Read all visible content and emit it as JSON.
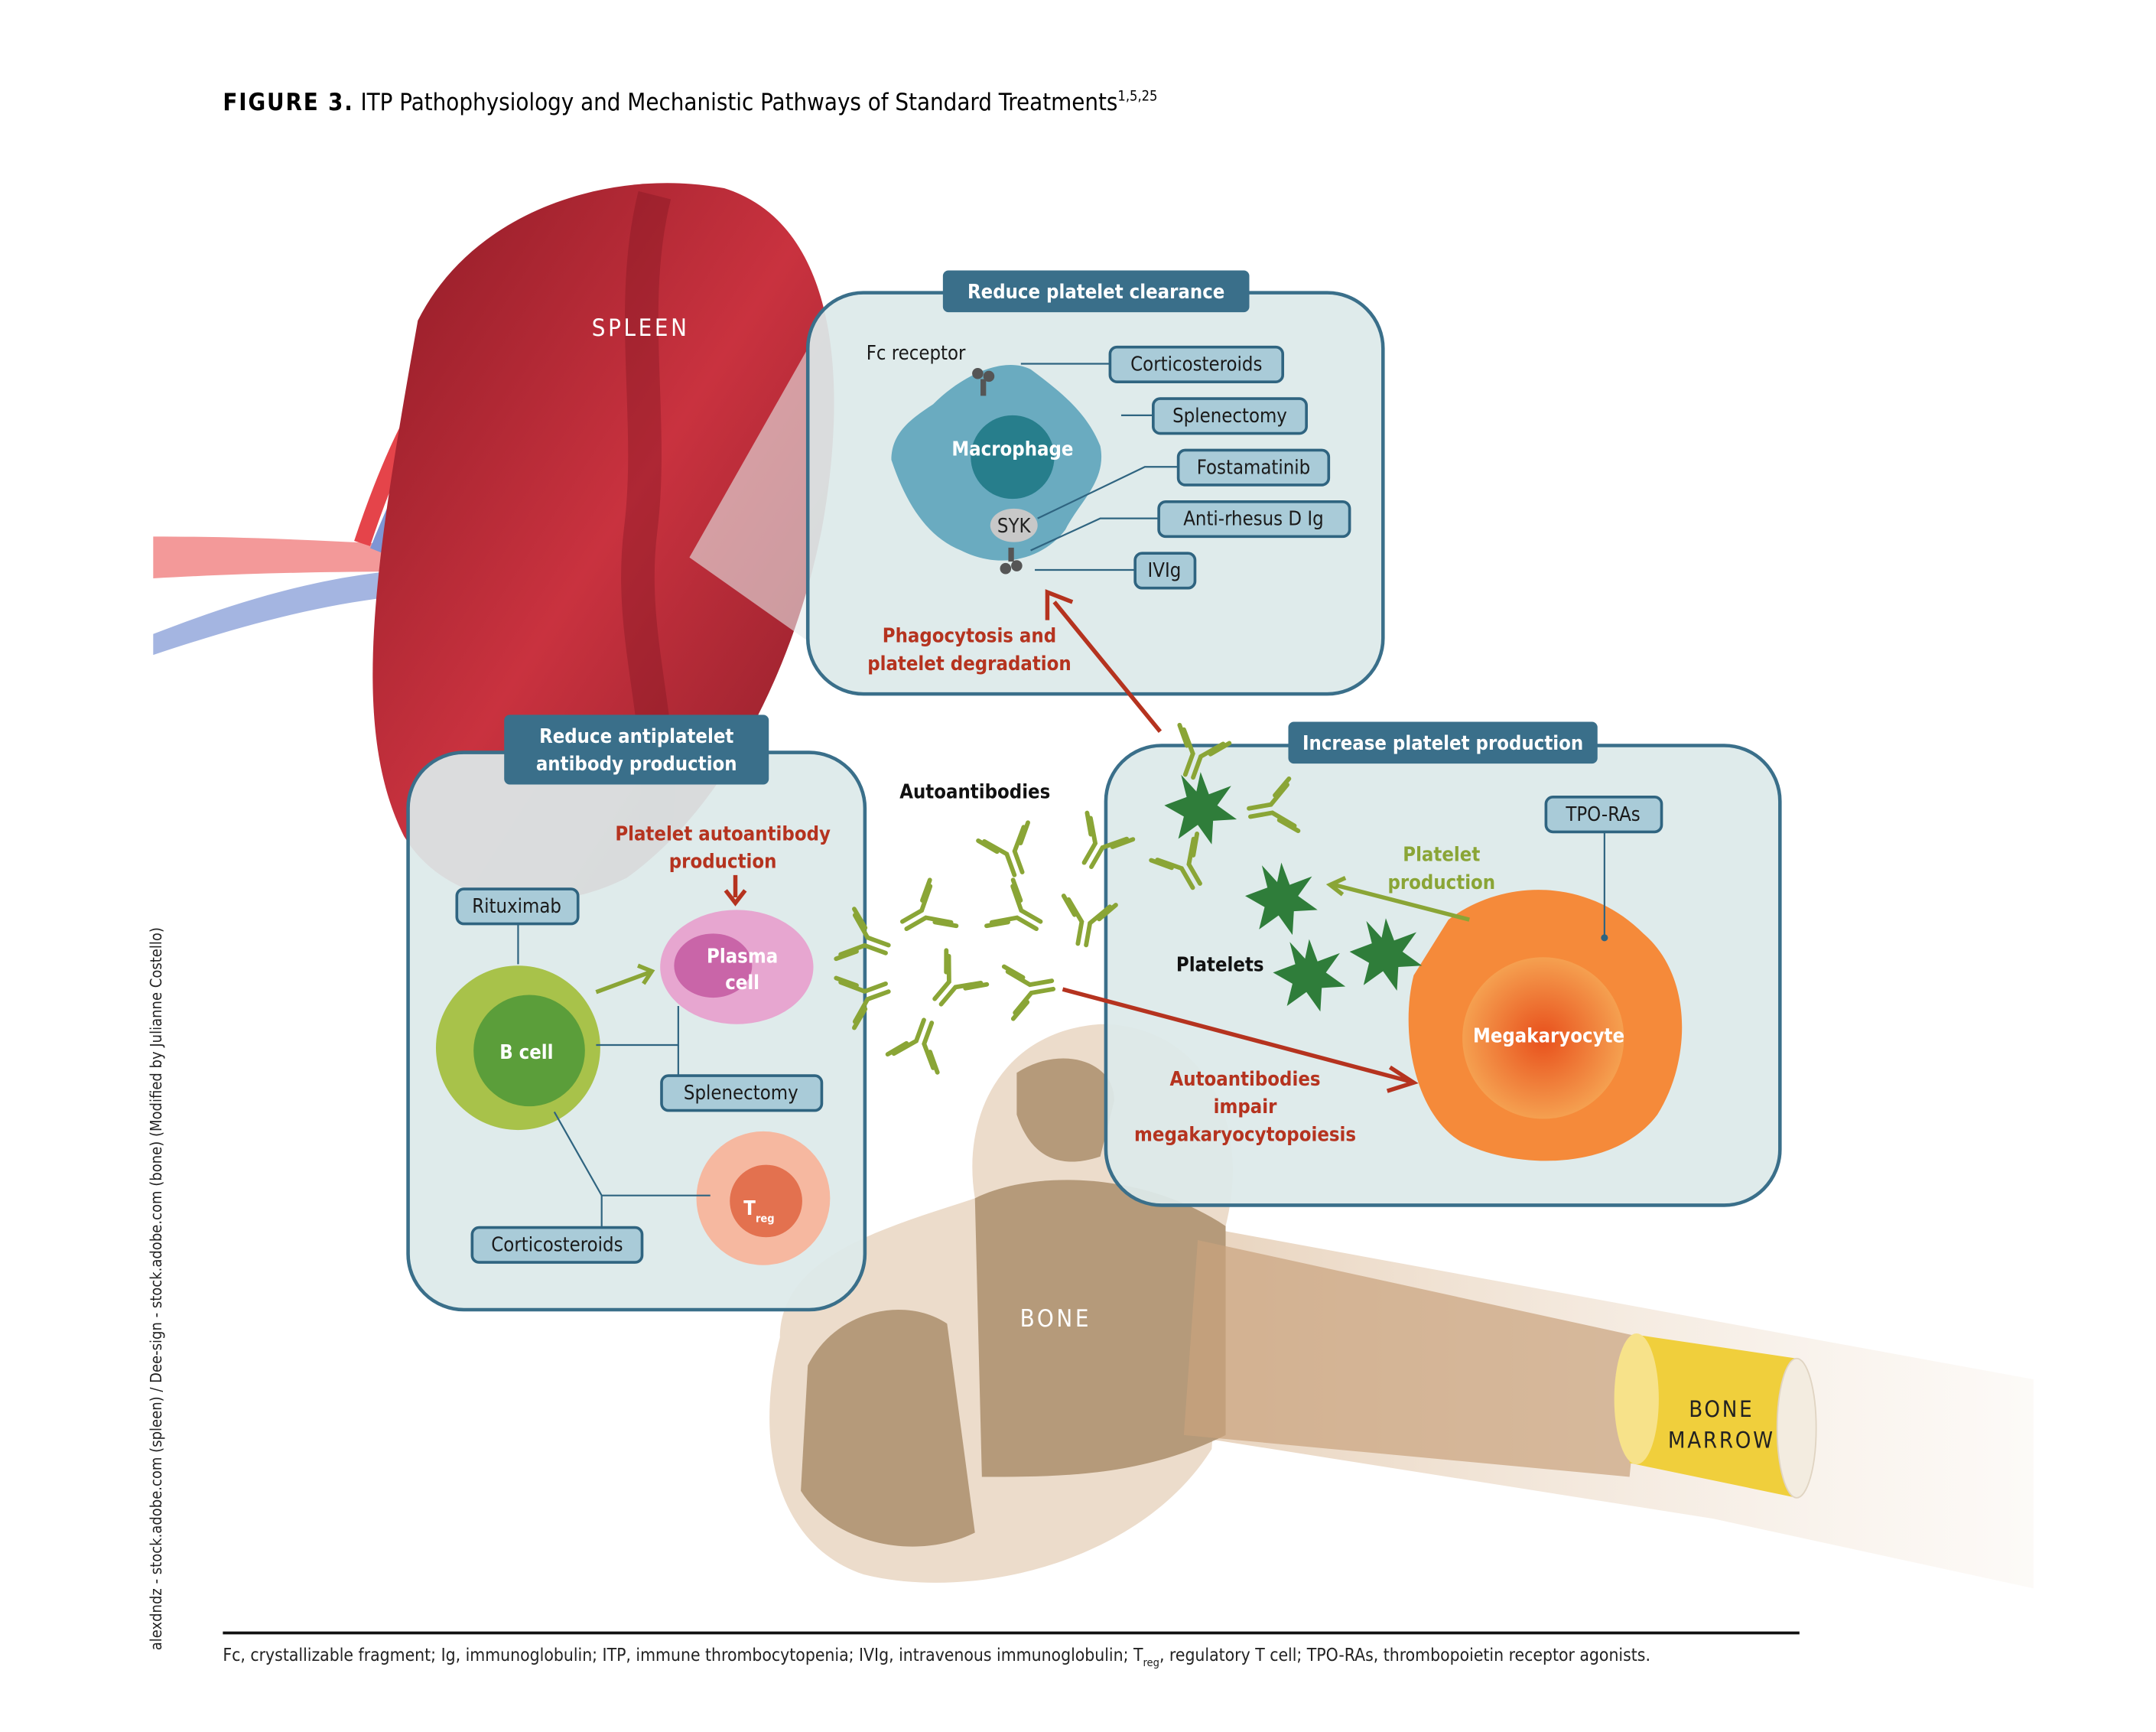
{
  "title": {
    "prefix": "FIGURE 3.",
    "text": " ITP Pathophysiology and Mechanistic Pathways of Standard Treatments",
    "superscript": "1,5,25"
  },
  "organs": {
    "spleen": "SPLEEN",
    "bone": "BONE",
    "marrow_line1": "BONE",
    "marrow_line2": "MARROW"
  },
  "clearance_box": {
    "header": "Reduce platelet clearance",
    "fc_receptor": "Fc receptor",
    "macrophage": "Macrophage",
    "syk": "SYK",
    "drugs": [
      "Corticosteroids",
      "Splenectomy",
      "Fostamatinib",
      "Anti-rhesus D Ig",
      "IVIg"
    ],
    "phagocytosis_line1": "Phagocytosis and",
    "phagocytosis_line2": "platelet degradation"
  },
  "antibody_box": {
    "header_line1": "Reduce antiplatelet",
    "header_line2": "antibody production",
    "autoab_line1": "Platelet autoantibody",
    "autoab_line2": "production",
    "plasma_line1": "Plasma",
    "plasma_line2": "cell",
    "bcell": "B cell",
    "treg": "T",
    "treg_sub": "reg",
    "rituximab": "Rituximab",
    "splenectomy": "Splenectomy",
    "corticosteroids": "Corticosteroids"
  },
  "production_box": {
    "header": "Increase platelet production",
    "tpo": "TPO-RAs",
    "prod_line1": "Platelet",
    "prod_line2": "production",
    "platelets": "Platelets",
    "megakaryocyte": "Megakaryocyte"
  },
  "autoantibodies": "Autoantibodies",
  "impair_line1": "Autoantibodies",
  "impair_line2": "impair",
  "impair_line3": "megakaryocytopoiesis",
  "footnote": {
    "part1": "Fc, crystallizable fragment; Ig, immunoglobulin; ITP, immune thrombocytopenia; IVIg, intravenous immunoglobulin; T",
    "sub": "reg",
    "part2": ", regulatory T cell; TPO-RAs, thrombopoietin receptor agonists."
  },
  "credit": "alexdndz - stock.adobe.com (spleen) / Dee-sign - stock.adobe.com (bone) (Modified by Julianne Costello)",
  "colors": {
    "box_stroke": "#3a6f8a",
    "box_fill": "#dde9ea",
    "red_text": "#b5331f",
    "olive": "#8aa536",
    "spleen": "#a8222e",
    "platelet": "#2f7d3a",
    "megakaryocyte": "#f07a2a"
  }
}
